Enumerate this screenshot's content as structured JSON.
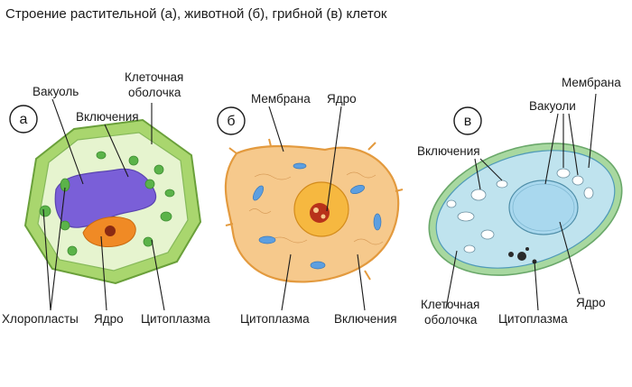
{
  "title": "Строение растительной (а), животной (б), грибной (в) клеток",
  "cells": {
    "plant": {
      "badge": "а",
      "labels": {
        "vacuole": "Вакуоль",
        "inclusions": "Включения",
        "wall_line1": "Клеточная",
        "wall_line2": "оболочка",
        "chloroplasts": "Хлоропласты",
        "nucleus": "Ядро",
        "cytoplasm": "Цитоплазма"
      },
      "colors": {
        "wall": "#a9d66e",
        "cytoplasm": "#e6f4cf",
        "vacuole": "#7a5fd8",
        "nucleus": "#f08a25",
        "chloroplast": "#5bb349"
      }
    },
    "animal": {
      "badge": "б",
      "labels": {
        "membrane": "Мембрана",
        "nucleus": "Ядро",
        "cytoplasm": "Цитоплазма",
        "inclusions": "Включения"
      },
      "colors": {
        "cytoplasm": "#f6c98c",
        "membrane": "#e39a3e",
        "nucleus": "#f6b840",
        "nucleolus": "#b8321a",
        "organelle": "#5d9fe0"
      }
    },
    "fungal": {
      "badge": "в",
      "labels": {
        "membrane": "Мембрана",
        "vacuoles": "Вакуоли",
        "inclusions": "Включения",
        "wall_line1": "Клеточная",
        "wall_line2": "оболочка",
        "cytoplasm": "Цитоплазма",
        "nucleus": "Ядро"
      },
      "colors": {
        "wall": "#a8d8a0",
        "cytoplasm": "#bfe3ee",
        "nucleus": "#a9d8ee"
      }
    }
  }
}
